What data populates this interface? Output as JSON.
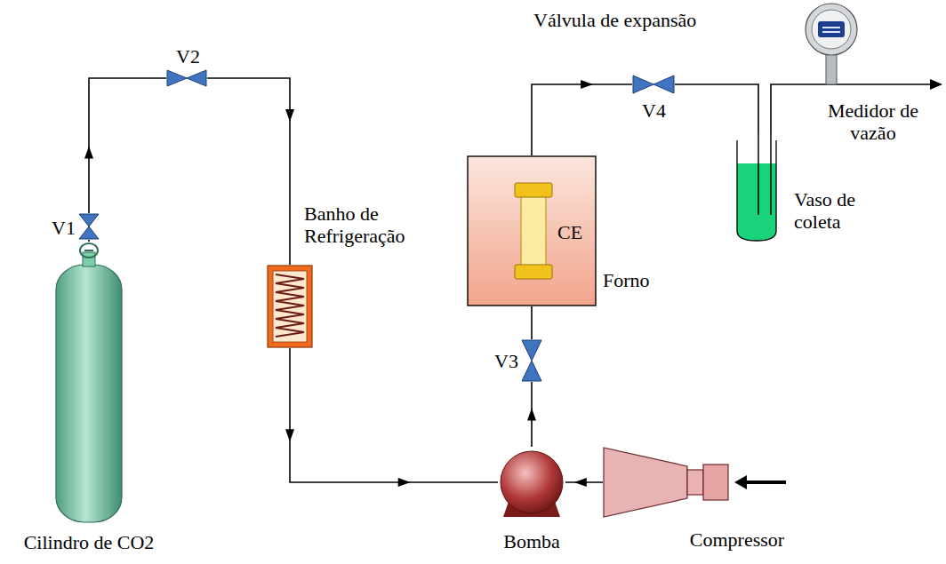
{
  "diagram": {
    "nodes": [
      {
        "text": [
          "Cilindro de CO2"
        ]
      },
      {
        "text": [
          "V1"
        ]
      },
      {
        "text": [
          "V2"
        ]
      },
      {
        "text": [
          "Banho de Refrigeração"
        ]
      },
      {
        "text": [
          "Bomba"
        ]
      },
      {
        "text": [
          "Compressor"
        ]
      },
      {
        "text": [
          "V3"
        ]
      },
      {
        "text": [
          "Forno"
        ]
      },
      {
        "text": [
          "CE"
        ],
        "in": 7
      },
      {
        "text": [
          "V4"
        ]
      },
      {
        "text": [
          "Vaso de coleta"
        ]
      },
      {
        "text": [
          "Medidor de vazão"
        ]
      }
    ],
    "edges": [
      {
        "from": 0,
        "to": 1,
        "arrow": "none"
      },
      {
        "from": 1,
        "to": 2,
        "arrow": "to"
      },
      {
        "from": 2,
        "to": 3,
        "arrow": "to"
      },
      {
        "from": 3,
        "to": 4,
        "arrow": "to"
      },
      {
        "from": 5,
        "to": 4,
        "arrow": "to"
      },
      {
        "from": 4,
        "to": 6,
        "arrow": "to"
      },
      {
        "from": 6,
        "to": 7,
        "arrow": "none"
      },
      {
        "from": 7,
        "to": 9,
        "arrow": "to"
      },
      {
        "from": 9,
        "to": 10,
        "arrow": "none"
      },
      {
        "from": 10,
        "to": 11,
        "arrow": "none"
      }
    ],
    "labels": [
      "Válvula de expansão"
    ]
  }
}
